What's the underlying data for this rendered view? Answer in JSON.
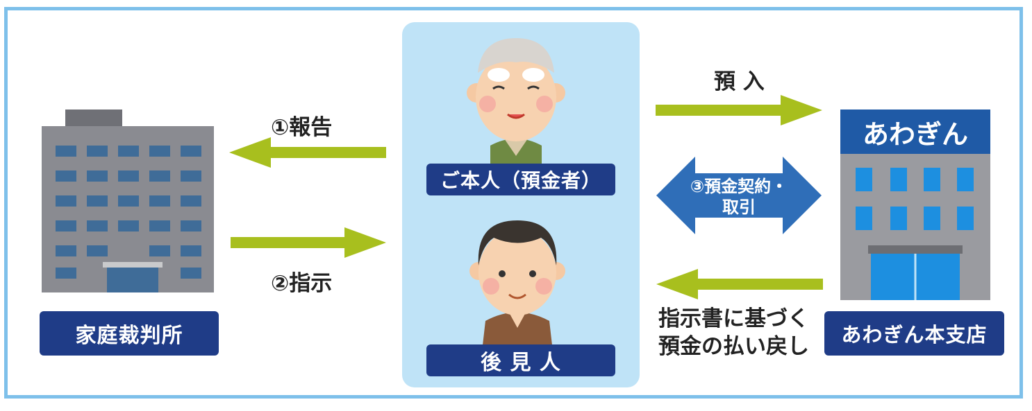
{
  "labels": {
    "court": "家庭裁判所",
    "principal": "ご本人（預金者）",
    "guardian": "後 見 人",
    "bank": "あわぎん本支店",
    "bank_sign": "あわぎん"
  },
  "arrows": {
    "report": "①報告",
    "instruction": "②指示",
    "deposit": "預 入",
    "contract_line1": "③預金契約・",
    "contract_line2": "取引",
    "withdrawal_line1": "指示書に基づく",
    "withdrawal_line2": "預金の払い戻し"
  },
  "colors": {
    "frame": "#7ec0ea",
    "label_bg": "#1f3c87",
    "arrow_green": "#a8bf1e",
    "double_arrow": "#2f6eb8",
    "panel": "#bfe3f7"
  },
  "icons": {
    "court_building": "building-icon",
    "elder_person": "elderly-man-icon",
    "guardian_person": "man-icon",
    "bank_building": "bank-building-icon"
  }
}
